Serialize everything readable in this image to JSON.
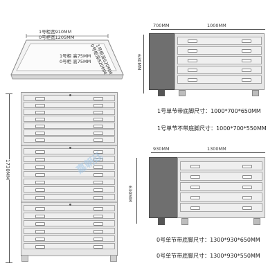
{
  "top_tray": {
    "width_1": "1号柜宽910MM",
    "width_0": "0号柜宽1205MM",
    "height_1": "1号柜 高75MM",
    "height_0": "0号柜 高75MM",
    "depth_1": "1号柜深620MM",
    "depth_0": "0号柜深820MM"
  },
  "tall_cabinet": {
    "height_label": "1730MM"
  },
  "watermark": "嘉朝廷",
  "cabinet_top": {
    "dim_depth": "700MM",
    "dim_width": "1000MM",
    "dim_height": "630MM",
    "spec_with_base": "1号单节带底脚尺寸：1000*700*650MM",
    "spec_without_base": "1号单节不带底脚尺寸：1000*700*550MM"
  },
  "cabinet_bottom": {
    "dim_depth": "930MM",
    "dim_width": "1300MM",
    "dim_height": "630MM",
    "spec_with_base": "0号单节带底脚尺寸：1300*930*650MM",
    "spec_without_base": "0号单节带底脚尺寸：1300*930*550MM"
  },
  "colors": {
    "cabinet_body": "#e6e6e6",
    "cabinet_dark": "#6f6f6f",
    "watermark": "#9fc6e8"
  }
}
